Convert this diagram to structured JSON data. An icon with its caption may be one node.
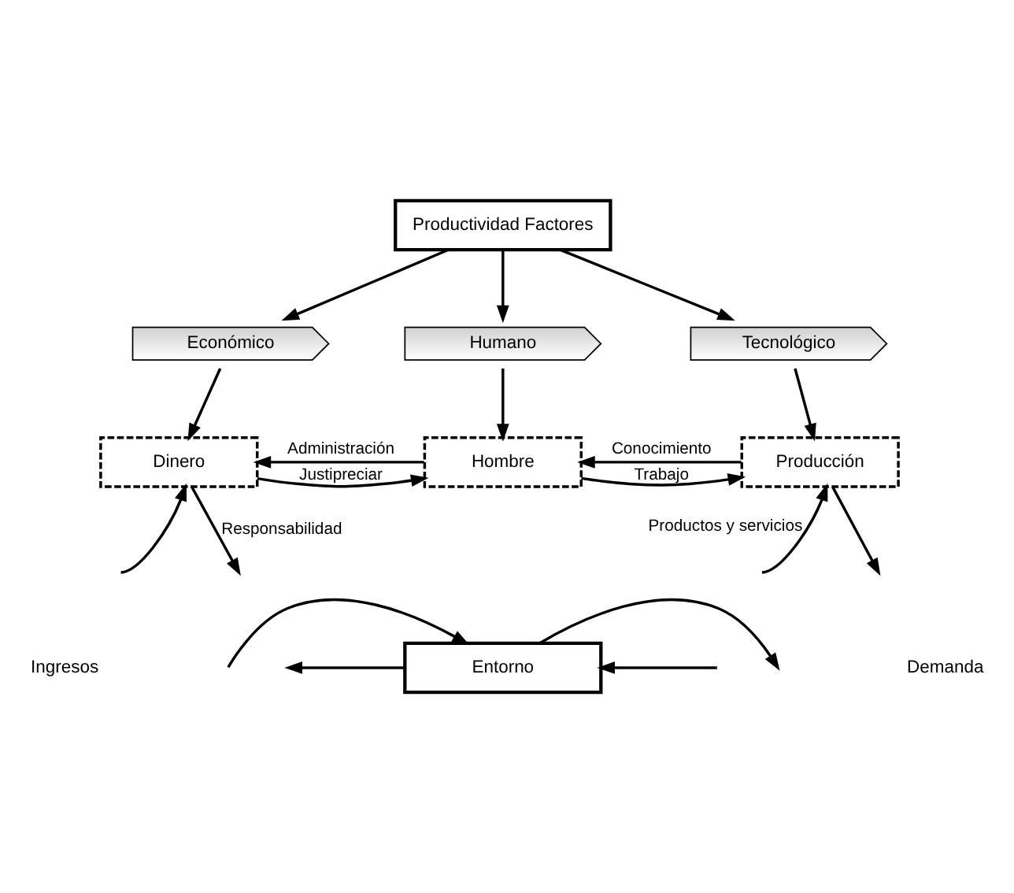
{
  "diagram": {
    "nodes": [
      {
        "text": [
          "Productividad Factores"
        ]
      },
      {
        "text": [
          "Económico"
        ]
      },
      {
        "text": [
          "Humano"
        ]
      },
      {
        "text": [
          "Tecnológico"
        ]
      },
      {
        "text": [
          "Dinero"
        ]
      },
      {
        "text": [
          "Hombre"
        ]
      },
      {
        "text": [
          "Producción"
        ]
      },
      {
        "text": [
          "Entorno"
        ]
      }
    ],
    "edges": [
      {
        "from": 0,
        "to": 1,
        "arrow": "to"
      },
      {
        "from": 0,
        "to": 2,
        "arrow": "to"
      },
      {
        "from": 0,
        "to": 3,
        "arrow": "to"
      },
      {
        "from": 1,
        "to": 4,
        "arrow": "to"
      },
      {
        "from": 2,
        "to": 5,
        "arrow": "to"
      },
      {
        "from": 3,
        "to": 6,
        "arrow": "to"
      },
      {
        "from": 4,
        "to": 5,
        "arrow": "to",
        "label": "Justipreciar"
      },
      {
        "from": 5,
        "to": 4,
        "arrow": "to",
        "label": "Administración"
      },
      {
        "from": 5,
        "to": 6,
        "arrow": "to",
        "label": "Trabajo"
      },
      {
        "from": 6,
        "to": 5,
        "arrow": "to",
        "label": "Conocimiento"
      },
      {
        "from": null,
        "to": 4,
        "arrow": "to"
      },
      {
        "from": 4,
        "to": null,
        "arrow": "to",
        "label": "Responsabilidad"
      },
      {
        "from": null,
        "to": 7,
        "arrow": "to"
      },
      {
        "from": 7,
        "to": null,
        "arrow": "to"
      },
      {
        "from": 7,
        "to": null,
        "arrow": "to"
      },
      {
        "from": null,
        "to": 7,
        "arrow": "to"
      },
      {
        "from": null,
        "to": 6,
        "arrow": "to",
        "label": "Productos y servicios"
      },
      {
        "from": 6,
        "to": null,
        "arrow": "to"
      }
    ],
    "labels": [
      "Ingresos",
      "Demanda"
    ]
  }
}
